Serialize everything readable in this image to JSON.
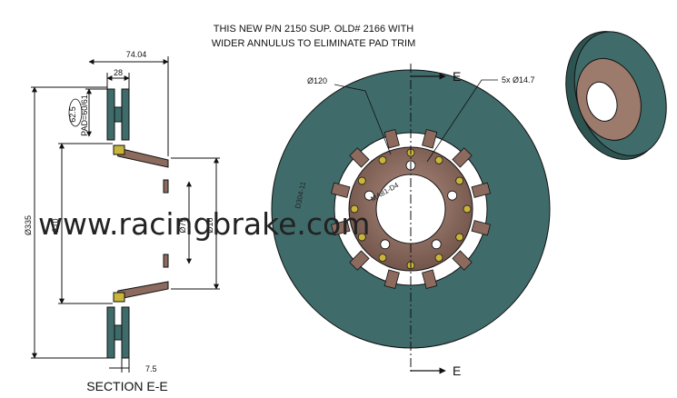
{
  "title_lines": [
    "THIS NEW P/N 2150 SUP. OLD# 2166 WITH",
    "WIDER ANNULUS TO ELIMINATE  PAD TRIM"
  ],
  "watermark": "www.racingbrake.com",
  "section": {
    "title": "SECTION E-E",
    "dim_74": "74.04",
    "dim_28": "28",
    "dim_625": "62.5",
    "dim_pad": "PAD=60/61",
    "dim_335": "Ø335",
    "dim_210": "210",
    "dim_79": "Ø79",
    "dim_16x": "Ø16",
    "dim_75": "7.5"
  },
  "front_view": {
    "dia_120": "Ø120",
    "holes": "5x  Ø14.7",
    "section_mark": "E",
    "part_no": "D304-11",
    "hat_no": "MA81-D4"
  },
  "colors": {
    "rotor": "#3f6c6a",
    "hat": "#8c6a5e",
    "outline": "#111111"
  }
}
